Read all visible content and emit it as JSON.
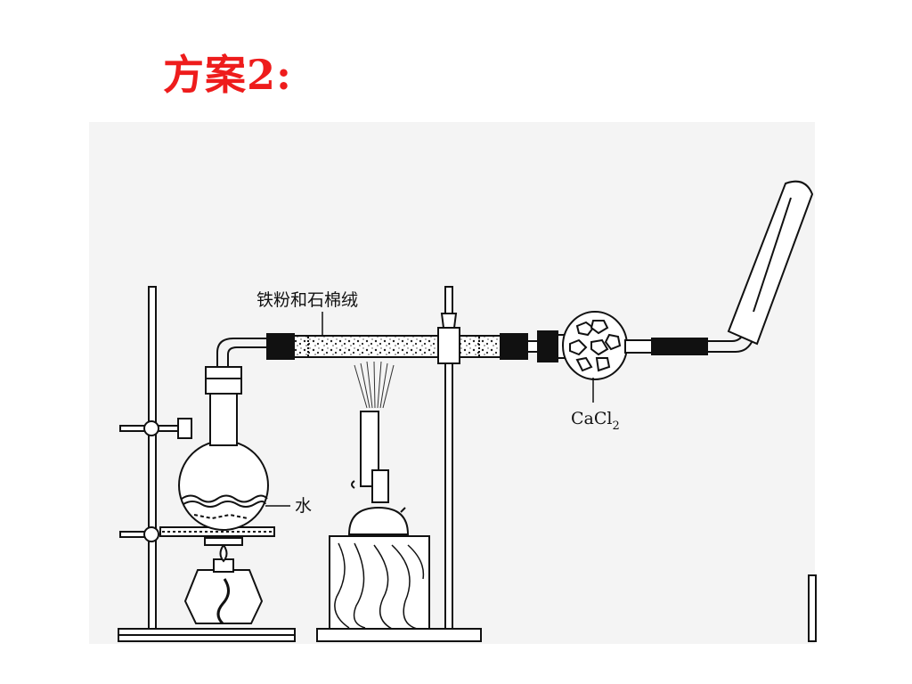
{
  "slide": {
    "title": "方案2:",
    "title_color": "#ee1c1c"
  },
  "diagram": {
    "labels": {
      "tube_contents": "铁粉和石棉绒",
      "water": "水",
      "drying_agent": "CaCl",
      "drying_agent_subscript": "2"
    }
  }
}
